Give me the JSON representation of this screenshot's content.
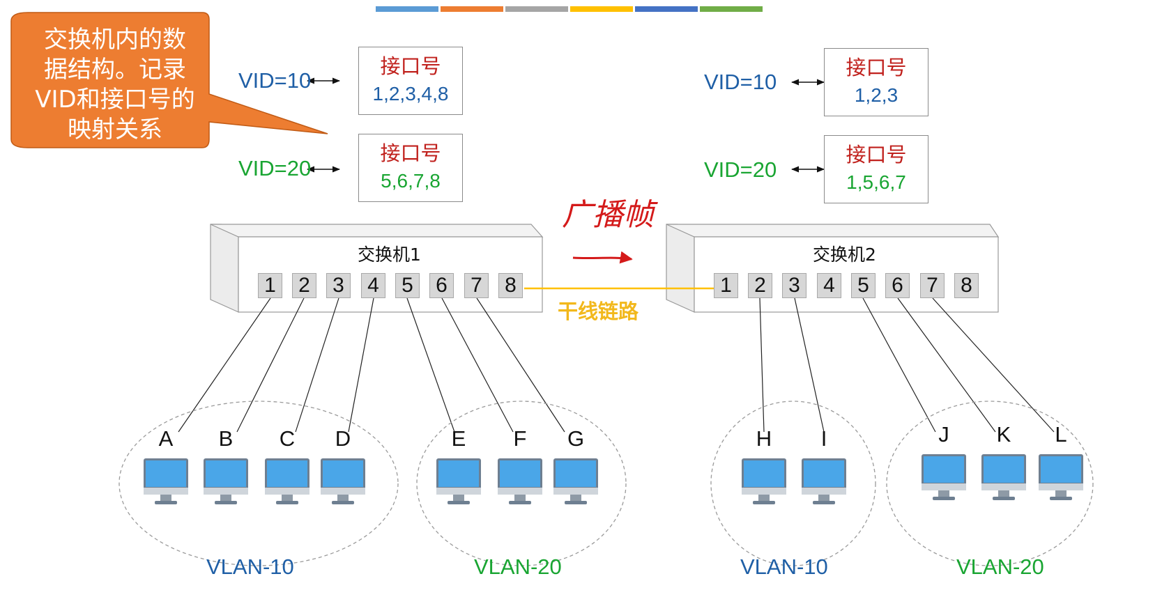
{
  "header_stripes": [
    "#5b9bd5",
    "#ed7d31",
    "#a5a5a5",
    "#ffc000",
    "#4472c4",
    "#70ad47"
  ],
  "callout": {
    "lines": [
      "交换机内的数",
      "据结构。记录",
      "VID和接口号的",
      "映射关系"
    ],
    "color": "#ed7d31"
  },
  "switch1": {
    "label": "交换机1",
    "ports": [
      "1",
      "2",
      "3",
      "4",
      "5",
      "6",
      "7",
      "8"
    ],
    "vid10": {
      "vid": "VID=10",
      "header": "接口号",
      "ports": "1,2,3,4,8"
    },
    "vid20": {
      "vid": "VID=20",
      "header": "接口号",
      "ports": "5,6,7,8"
    }
  },
  "switch2": {
    "label": "交换机2",
    "ports": [
      "1",
      "2",
      "3",
      "4",
      "5",
      "6",
      "7",
      "8"
    ],
    "vid10": {
      "vid": "VID=10",
      "header": "接口号",
      "ports": "1,2,3"
    },
    "vid20": {
      "vid": "VID=20",
      "header": "接口号",
      "ports": "1,5,6,7"
    }
  },
  "trunk_label": "干线链路",
  "annotation": "广播帧",
  "hosts": [
    "A",
    "B",
    "C",
    "D",
    "E",
    "F",
    "G",
    "H",
    "I",
    "J",
    "K",
    "L"
  ],
  "vlans": [
    "VLAN-10",
    "VLAN-20",
    "VLAN-10",
    "VLAN-20"
  ],
  "colors": {
    "vlan10": "#1f5fa6",
    "vlan20": "#19a532",
    "trunk": "#ffc000",
    "annotation": "#d41a1a"
  }
}
